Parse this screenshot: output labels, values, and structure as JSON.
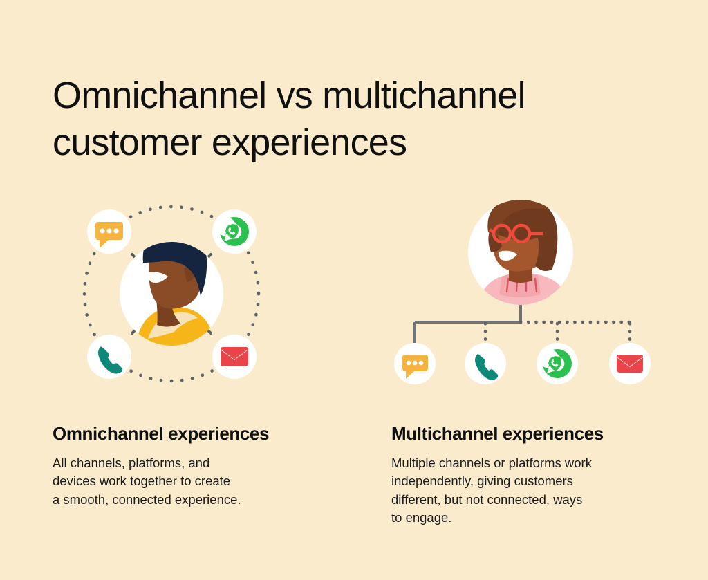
{
  "page": {
    "background_color": "#FAEBCD",
    "title": "Omnichannel vs multichannel\ncustomer experiences"
  },
  "colors": {
    "background": "#FAEBCD",
    "text": "#101010",
    "badge_circle": "#FFFFFF",
    "connector_gray": "#6E7478",
    "dotted_gray": "#5E6468",
    "chat_orange": "#F5B43F",
    "phone_teal": "#0E8878",
    "whatsapp_green": "#2BC14F",
    "email_red": "#E8444A",
    "skin_left": "#8A4B27",
    "hair_left": "#15243F",
    "shirt_left": "#F6B519",
    "collar_left": "#F6E2B8",
    "skin_right": "#A4562C",
    "hair_right": "#6F3A1E",
    "glasses_red": "#F04A3F",
    "sweater_pink": "#F8B9BE",
    "sweater_pink_dark": "#F4A6AD"
  },
  "left_panel": {
    "type": "omnichannel",
    "layout": "hub-and-spoke",
    "connector_style": "solid spokes with dotted orbit ring",
    "center": {
      "name": "customer-avatar-male",
      "description": "Man with dark navy hair, brown skin, smiling, wearing yellow shirt"
    },
    "channels": [
      {
        "id": "chat",
        "icon": "chat-bubble-icon",
        "label": "Chat",
        "color": "#F5B43F",
        "position": "top-left"
      },
      {
        "id": "whatsapp",
        "icon": "whatsapp-icon",
        "label": "WhatsApp",
        "color": "#2BC14F",
        "position": "top-right"
      },
      {
        "id": "phone",
        "icon": "phone-icon",
        "label": "Phone",
        "color": "#0E8878",
        "position": "bottom-left"
      },
      {
        "id": "email",
        "icon": "email-icon",
        "label": "Email",
        "color": "#E8444A",
        "position": "bottom-right"
      }
    ],
    "caption": {
      "heading": "Omnichannel experiences",
      "body": "All channels, platforms, and\ndevices work together to create\na smooth, connected experience."
    }
  },
  "right_panel": {
    "type": "multichannel",
    "layout": "tree-hierarchy",
    "connector_style": "solid stem to first channel, dotted branches to the rest",
    "center": {
      "name": "customer-avatar-female",
      "description": "Woman with brown bob hair, red round glasses, smiling, wearing pink turtleneck"
    },
    "channels": [
      {
        "id": "chat",
        "icon": "chat-bubble-icon",
        "label": "Chat",
        "color": "#F5B43F",
        "branch": "solid"
      },
      {
        "id": "phone",
        "icon": "phone-icon",
        "label": "Phone",
        "color": "#0E8878",
        "branch": "dotted"
      },
      {
        "id": "whatsapp",
        "icon": "whatsapp-icon",
        "label": "WhatsApp",
        "color": "#2BC14F",
        "branch": "dotted"
      },
      {
        "id": "email",
        "icon": "email-icon",
        "label": "Email",
        "color": "#E8444A",
        "branch": "dotted"
      }
    ],
    "caption": {
      "heading": "Multichannel experiences",
      "body": "Multiple channels or platforms work\nindependently, giving customers\ndifferent, but not connected, ways\nto engage."
    }
  }
}
